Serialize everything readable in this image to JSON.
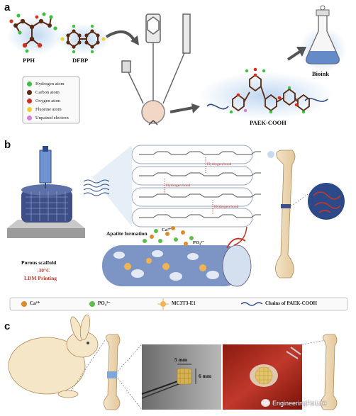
{
  "panels": {
    "a": "a",
    "b": "b",
    "c": "c"
  },
  "panel_a": {
    "monomer_1": "PPH",
    "monomer_2": "DFBP",
    "product": "PAEK-COOH",
    "output": "Bioink",
    "legend": [
      {
        "label": "Hydrogen atom",
        "color": "#3fbf3f"
      },
      {
        "label": "Carbon atom",
        "color": "#5a2a12"
      },
      {
        "label": "Oxygen atom",
        "color": "#d03020"
      },
      {
        "label": "Fluorine atom",
        "color": "#e8d23a"
      },
      {
        "label": "Unpaired electron",
        "color": "#d77fd8"
      }
    ]
  },
  "panel_b": {
    "hydrogen_bond_labels": [
      "Hydrogen bond",
      "Hydrogen bond",
      "Hydrogen bond"
    ],
    "apatite_label": "Apatite formation",
    "ca_label": "Ca²⁺",
    "po4_label": "PO₄³⁻",
    "scaffold_line1": "Porous scaffold",
    "scaffold_line2": "-30°C",
    "scaffold_line3": "LDM Printing",
    "legend": [
      {
        "label": "Ca²⁺",
        "color": "#e08a2a"
      },
      {
        "label": "PO₄³⁻",
        "color": "#5cbf4a"
      },
      {
        "label": "MC3T3-E1",
        "color": "#f1b354"
      },
      {
        "label": "Chains of PAEK-COOH",
        "color": "#2c4a8a"
      }
    ]
  },
  "panel_c": {
    "dim_width": "5 mm",
    "dim_height": "6 mm",
    "watermark": "EngineeringForLife"
  }
}
